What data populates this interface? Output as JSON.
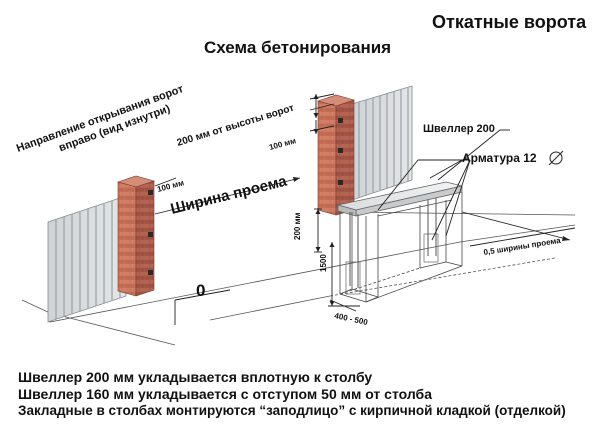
{
  "title": "Откатные ворота",
  "subtitle": "Схема бетонирования",
  "labels": {
    "direction_line1": "Направление открывания ворот",
    "direction_line2": "вправо (вид изнутри)",
    "offset_200": "200 мм от высоты ворот",
    "mm100_top": "100 мм",
    "mm100_left": "100 мм",
    "opening_width": "Ширина проема",
    "channel_200": "Швеллер 200",
    "rebar": "Арматура 12",
    "mm200_side": "200 мм",
    "depth_1500": "1500",
    "width_400_500": "400 - 500",
    "half_opening": "0,5 ширины проема",
    "zero": "0"
  },
  "notes": [
    "Швеллер 200 мм укладывается вплотную к столбу",
    "Швеллер 160 мм укладывается с отступом 50 мм от столба",
    "Закладные в столбах монтируются “заподлицо” с кирпичной кладкой (отделкой)"
  ],
  "icons": {
    "diameter": "diameter-symbol-icon"
  }
}
